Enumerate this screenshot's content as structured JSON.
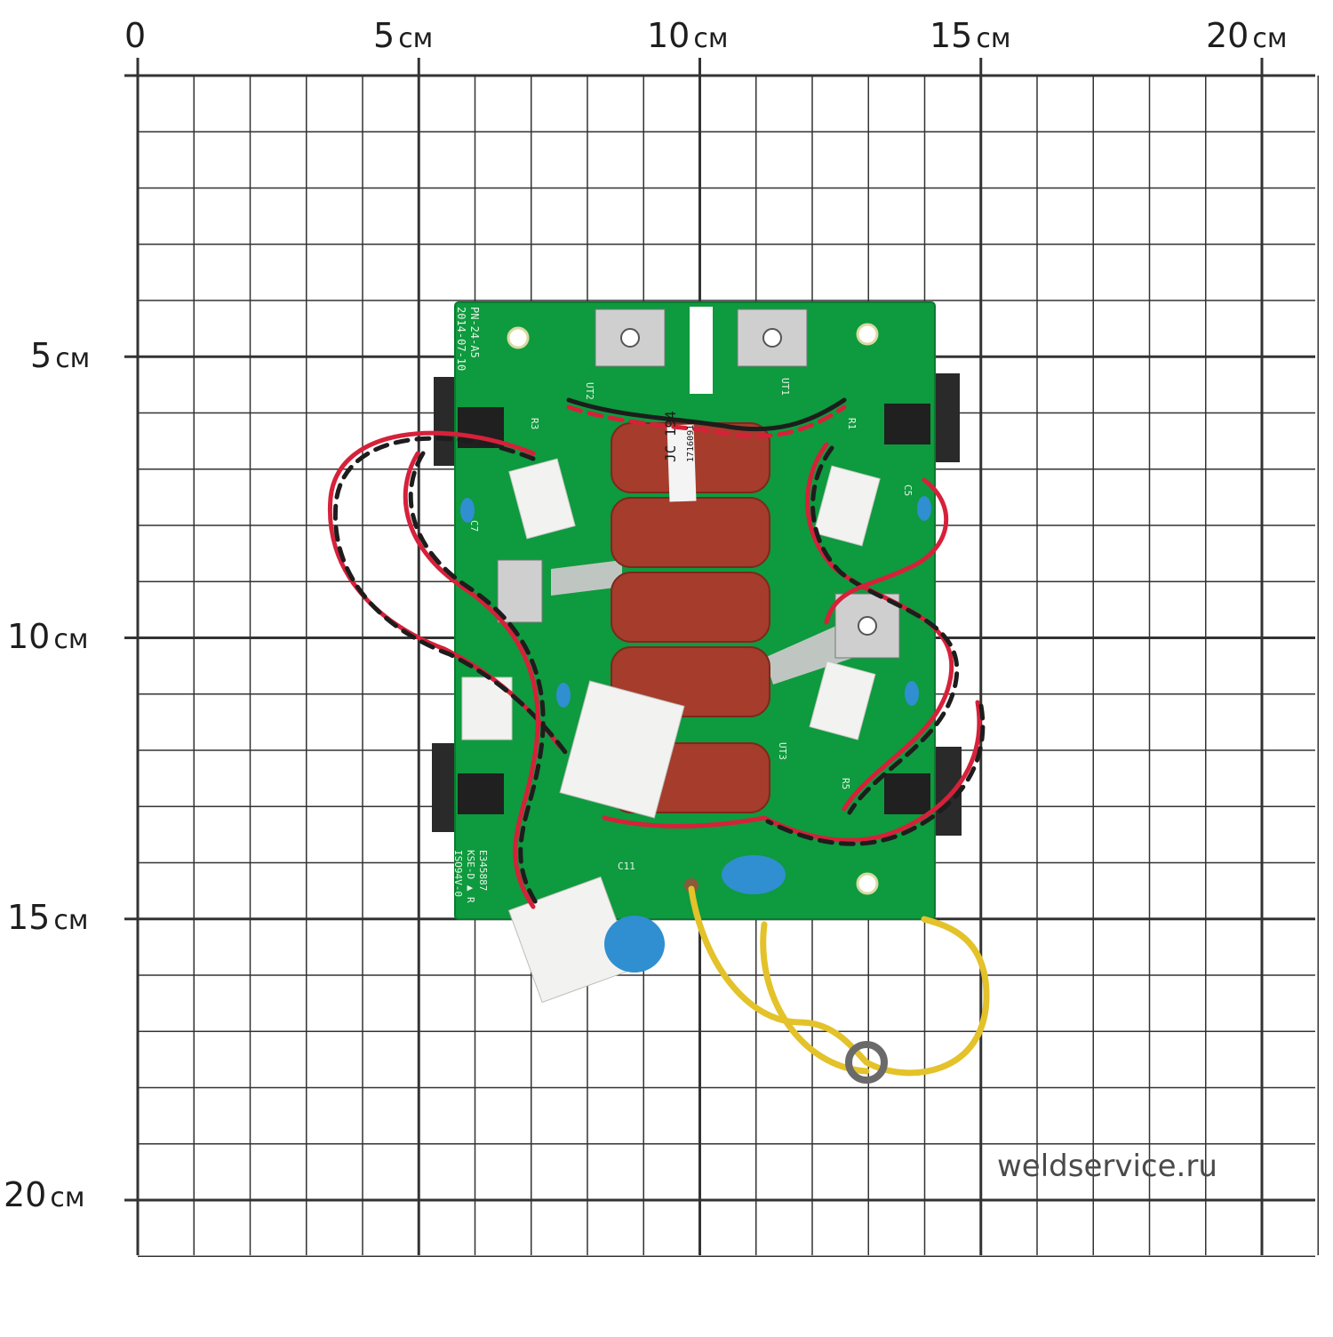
{
  "ruler": {
    "top_labels": [
      {
        "num": "0",
        "unit": ""
      },
      {
        "num": "5",
        "unit": "см"
      },
      {
        "num": "10",
        "unit": "см"
      },
      {
        "num": "15",
        "unit": "см"
      },
      {
        "num": "20",
        "unit": "см"
      }
    ],
    "left_labels": [
      {
        "num": "5",
        "unit": "см"
      },
      {
        "num": "10",
        "unit": "см"
      },
      {
        "num": "15",
        "unit": "см"
      },
      {
        "num": "20",
        "unit": "см"
      }
    ]
  },
  "board": {
    "silk_top": [
      "PN-24-A5",
      "2014-07-10"
    ],
    "silk_bottom": [
      "E345887",
      "KSE-D ▲ R",
      "ISO94V-0"
    ],
    "refdes": [
      "UT2",
      "UT1",
      "UT3",
      "R3",
      "R1",
      "R5",
      "C7",
      "C5",
      "C11"
    ],
    "capacitor_print": [
      "JC 194",
      "17160918"
    ]
  },
  "watermark": "weldservice.ru",
  "colors": {
    "grid": "#333333",
    "pcb": "#0e9a3e",
    "capacitor": "#a63c2c",
    "wire_red": "#d6213a",
    "wire_black": "#1d1d1d",
    "wire_yellow": "#e3c22a",
    "connector": "#f2f2f0",
    "blue_cap": "#2f8fd0"
  }
}
